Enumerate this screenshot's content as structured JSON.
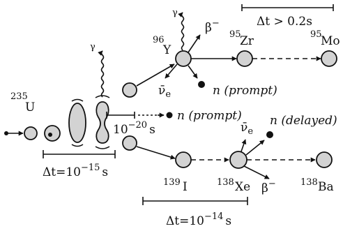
{
  "labels": {
    "u235_mass": "235",
    "u235_symbol": "U",
    "y96_mass": "96",
    "y96_symbol": "Y",
    "zr95_mass": "95",
    "zr95_symbol": "Zr",
    "mo95_mass": "95",
    "mo95_symbol": "Mo",
    "i139_mass": "139",
    "i139_symbol": "I",
    "xe138_mass": "138",
    "xe138_symbol": "Xe",
    "ba138_mass": "138",
    "ba138_symbol": "Ba",
    "gamma_top": "γ",
    "gamma_scission": "γ",
    "beta_top": "β",
    "beta_top_sup": "−",
    "beta_bottom": "β",
    "beta_bottom_sup": "−",
    "antineutrino_top": "ν̄",
    "antineutrino_top_sub": "e",
    "antineutrino_bottom": "ν̄",
    "antineutrino_bottom_sub": "e",
    "neutron_prompt_top": "n (prompt)",
    "neutron_prompt_mid": "n (prompt)",
    "neutron_delayed": "n (delayed)",
    "dt_top": "Δt > 0.2s",
    "dt_left_prefix": "Δt=10",
    "dt_left_exp": "−15",
    "dt_left_unit": "s",
    "dt_mid_base": "10",
    "dt_mid_exp": "−20",
    "dt_mid_unit": "s",
    "dt_bottom_prefix": "Δt=10",
    "dt_bottom_exp": "−14",
    "dt_bottom_unit": "s"
  },
  "colors": {
    "nucleus_fill": "#d3d3d3",
    "ink": "#111111"
  }
}
